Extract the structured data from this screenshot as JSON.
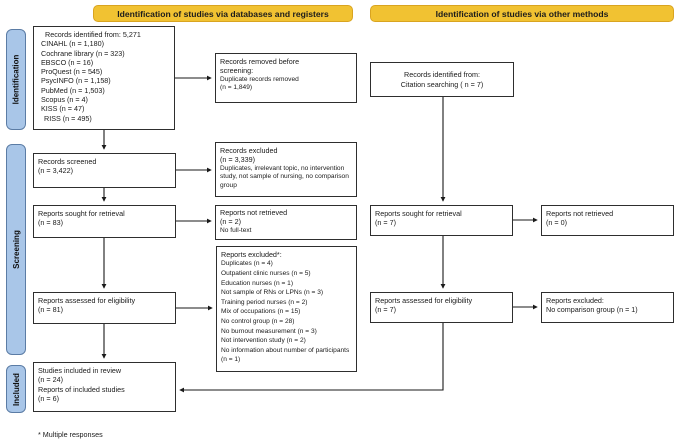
{
  "colors": {
    "header_bg": "#F1C232",
    "header_border": "#D9A420",
    "header_text": "#1c1c1c",
    "sidebar_bg": "#A9C6E8",
    "sidebar_border": "#5B7CA5",
    "box_border": "#2E2E2E",
    "arrow_color": "#1a1a1a"
  },
  "headers": {
    "databases": "Identification of studies via databases and registers",
    "other": "Identification of studies via other methods"
  },
  "sidebar": {
    "labels": [
      "Identification",
      "Screening",
      "Included"
    ]
  },
  "flow": {
    "databases": {
      "records_identified": {
        "title": "Records identified from: 5,271",
        "sources": [
          "CINAHL (n = 1,180)",
          "Cochrane library (n = 323)",
          "EBSCO (n = 16)",
          "ProQuest (n = 545)",
          "PsycINFO (n = 1,158)",
          "PubMed (n = 1,503)",
          "Scopus (n = 4)",
          "KISS (n = 47)",
          "RISS (n = 495)"
        ]
      },
      "records_removed": {
        "title_line1": "Records removed before",
        "title_line2": "screening:",
        "details": [
          "Duplicate records removed",
          "(n = 1,849)"
        ]
      },
      "records_screened": {
        "lines": [
          "Records screened",
          "(n = 3,422)"
        ]
      },
      "records_excluded": {
        "title": "Records excluded",
        "count": "(n = 3,339)",
        "details": "Duplicates, irrelevant topic, no intervention study, not sample of nursing, no comparison group"
      },
      "reports_sought": {
        "lines": [
          "Reports sought for retrieval",
          "(n = 83)"
        ]
      },
      "reports_not_retrieved": {
        "title": "Reports not retrieved",
        "count": "(n = 2)",
        "details": "No full-text"
      },
      "reports_assessed": {
        "lines": [
          "Reports assessed for eligibility",
          "(n = 81)"
        ]
      },
      "reports_excluded": {
        "title": "Reports excluded*:",
        "reasons": [
          "Duplicates (n = 4)",
          "Outpatient clinic nurses (n = 5)",
          "Education nurses (n = 1)",
          "Not sample of RNs or LPNs (n = 3)",
          "Training period nurses (n = 2)",
          "Mix of occupations (n = 15)",
          "No control group (n = 28)",
          "No burnout measurement (n = 3)",
          "Not intervention study (n = 2)",
          "No information about number of participants (n = 1)"
        ]
      },
      "included": {
        "lines": [
          "Studies included in review",
          "(n = 24)",
          "Reports of included studies",
          "(n = 6)"
        ]
      }
    },
    "other_methods": {
      "records_identified": {
        "lines": [
          "Records identified from:",
          "Citation searching ( n = 7)"
        ]
      },
      "reports_sought": {
        "lines": [
          "Reports sought for retrieval",
          "(n = 7)"
        ]
      },
      "reports_not_retrieved": {
        "lines": [
          "Reports not retrieved",
          "(n = 0)"
        ]
      },
      "reports_assessed": {
        "lines": [
          "Reports assessed for eligibility",
          "(n = 7)"
        ]
      },
      "reports_excluded": {
        "lines": [
          "Reports excluded:",
          "No comparison group (n = 1)"
        ]
      }
    }
  },
  "footnote": "* Multiple responses"
}
